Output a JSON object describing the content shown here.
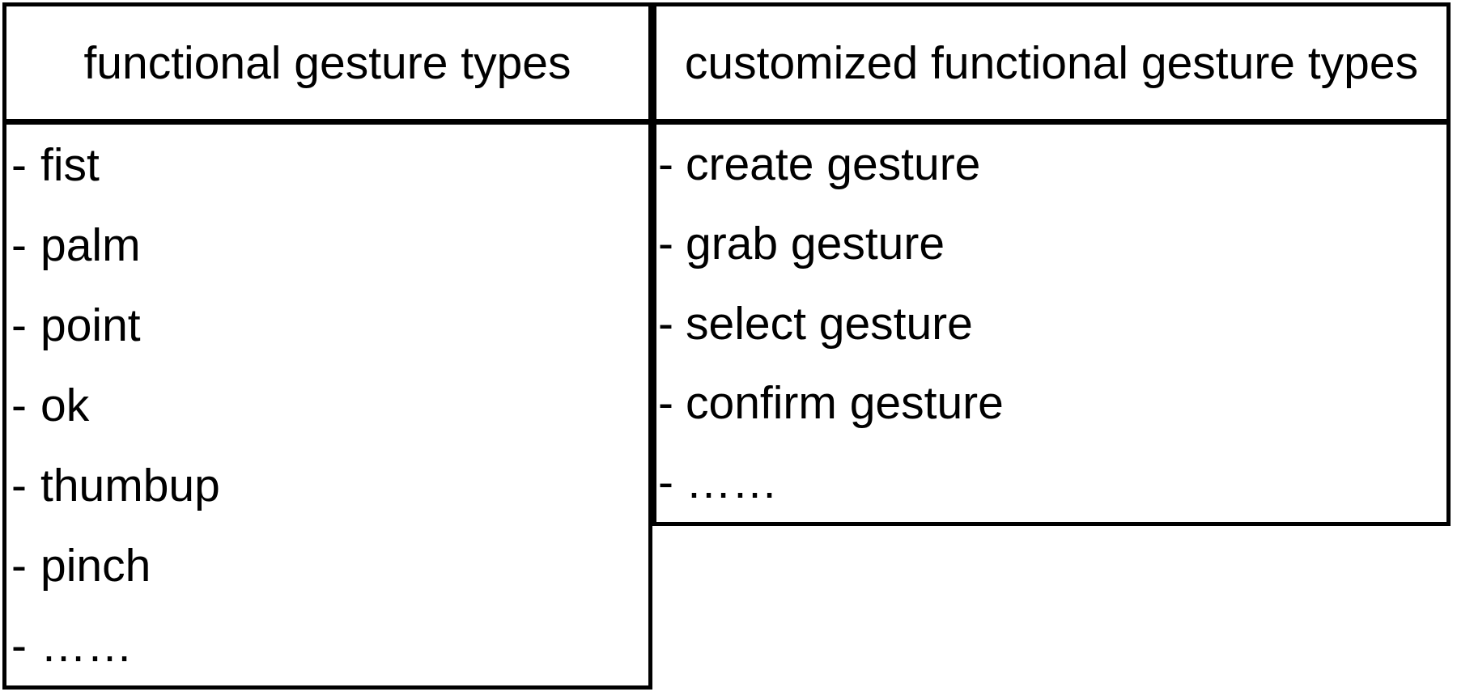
{
  "left_table": {
    "header": "functional gesture types",
    "bullet": "-",
    "items": [
      "fist",
      "palm",
      "point",
      "ok",
      "thumbup",
      "pinch",
      "……"
    ]
  },
  "right_table": {
    "header": "customized functional gesture types",
    "bullet": "-",
    "items": [
      "create gesture",
      "grab gesture",
      "select gesture",
      "confirm gesture",
      "……"
    ]
  },
  "colors": {
    "border": "#000000",
    "text": "#000000",
    "background": "#ffffff"
  }
}
